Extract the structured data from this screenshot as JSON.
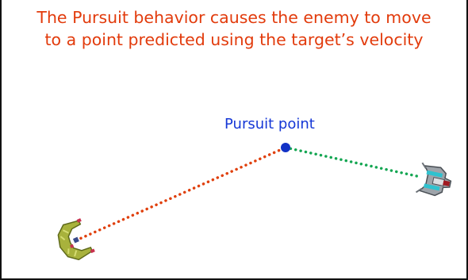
{
  "caption": {
    "line1": "The Pursuit behavior causes the enemy to move",
    "line2": "to a point predicted using the target’s velocity"
  },
  "pursuit_point": {
    "label": "Pursuit point"
  },
  "colors": {
    "caption": "#e23b0c",
    "pursuit_label": "#1537d6",
    "pursuit_dot": "#1232c6",
    "enemy_path": "#e0400d",
    "target_path": "#14a652",
    "frame": "#111111"
  },
  "icons": {
    "enemy": "green-crescent-enemy-ship-icon",
    "target": "grey-cyan-player-ship-icon",
    "pursuit_dot": "blue-dot-icon"
  }
}
